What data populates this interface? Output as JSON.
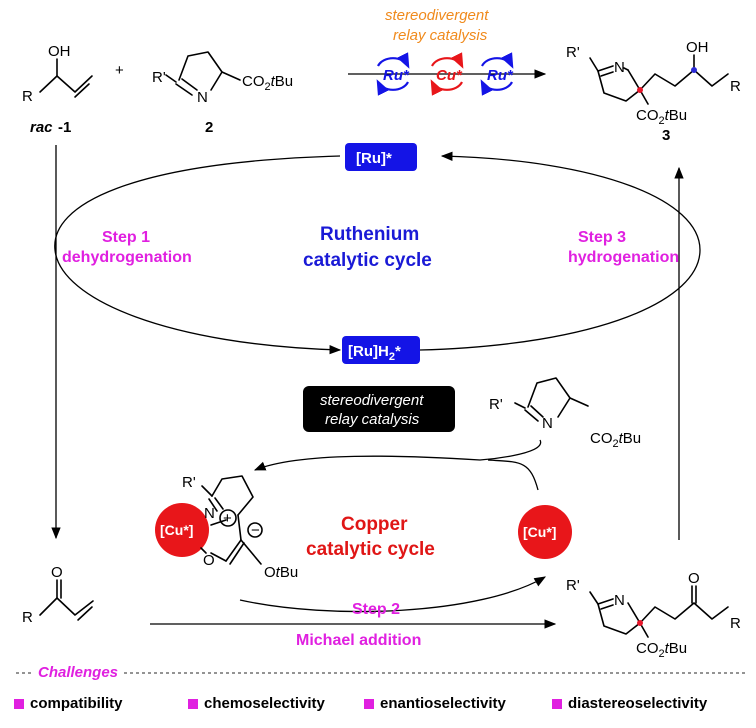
{
  "top": {
    "relay_line1": "stereodivergent",
    "relay_line2": "relay catalysis",
    "ru_star": "Ru*",
    "cu_star": "Cu*",
    "plus": "+",
    "label_rac": "rac",
    "label_1": "-1",
    "label_2": "2",
    "label_3": "3"
  },
  "atoms": {
    "oh": "OH",
    "r": "R",
    "r_prime": "R'",
    "n": "N",
    "o": "O",
    "co2tbu_co2": "CO",
    "co2tbu_sub": "2",
    "co2tbu_t": "t",
    "co2tbu_bu": "Bu",
    "otbu_o": "O",
    "otbu_t": "t",
    "otbu_bu": "Bu",
    "plus_charge": "+",
    "minus_charge": "−"
  },
  "ru_cycle": {
    "ru_top": "[Ru]*",
    "ru_h2_left": "[Ru]H",
    "ru_h2_sub": "2",
    "ru_h2_star": "*",
    "title_line1": "Ruthenium",
    "title_line2": "catalytic cycle",
    "step1_title": "Step 1",
    "step1_desc": "dehydrogenation",
    "step3_title": "Step 3",
    "step3_desc": "hydrogenation"
  },
  "middle_badge": {
    "line1": "stereodivergent",
    "line2": "relay catalysis"
  },
  "cu_cycle": {
    "cu_left": "[Cu*]",
    "cu_right": "[Cu*]",
    "title_line1": "Copper",
    "title_line2": "catalytic cycle",
    "step2_title": "Step 2",
    "step2_desc": "Michael addition"
  },
  "challenges": {
    "title": "Challenges",
    "items": [
      "compatibility",
      "chemoselectivity",
      "enantioselectivity",
      "diastereoselectivity"
    ]
  },
  "colors": {
    "ru_blue": "#1414e6",
    "cu_red": "#e8161a",
    "step_magenta": "#e020e0",
    "relay_orange": "#f08a1c",
    "stereo_dot_red": "#e8162a",
    "stereo_dot_blue": "#2a2ad6"
  }
}
